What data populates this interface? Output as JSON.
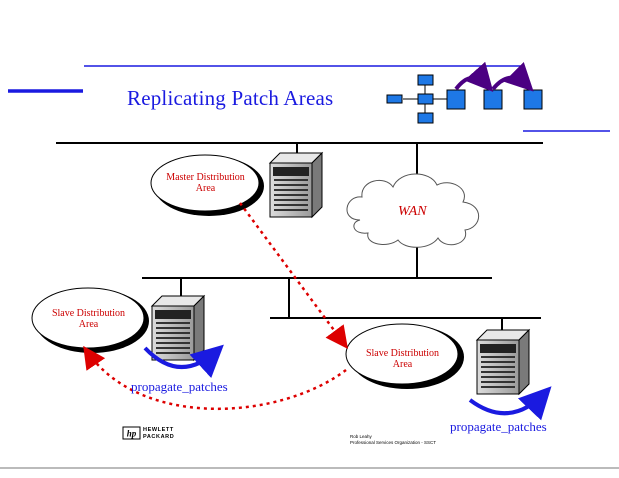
{
  "title": "Replicating Patch Areas",
  "master_area": {
    "line1": "Master Distribution",
    "line2": "Area"
  },
  "slave_area_left": {
    "line1": "Slave Distribution",
    "line2": "Area"
  },
  "slave_area_right": {
    "line1": "Slave Distribution",
    "line2": "Area"
  },
  "wan_label": "WAN",
  "propagate_left": "propagate_patches",
  "propagate_right": "propagate_patches",
  "logo": {
    "line1": "HEWLETT",
    "line2": "PACKARD"
  },
  "footer": {
    "line1": "Rob Leahy",
    "line2": "Professional Services Organization - SSCT"
  },
  "colors": {
    "title_blue": "#1a1ae0",
    "label_red": "#cc0000",
    "arrow_blue": "#1a1ae0",
    "arc_purple": "#4b0082",
    "box_blue": "#1e78e6"
  }
}
